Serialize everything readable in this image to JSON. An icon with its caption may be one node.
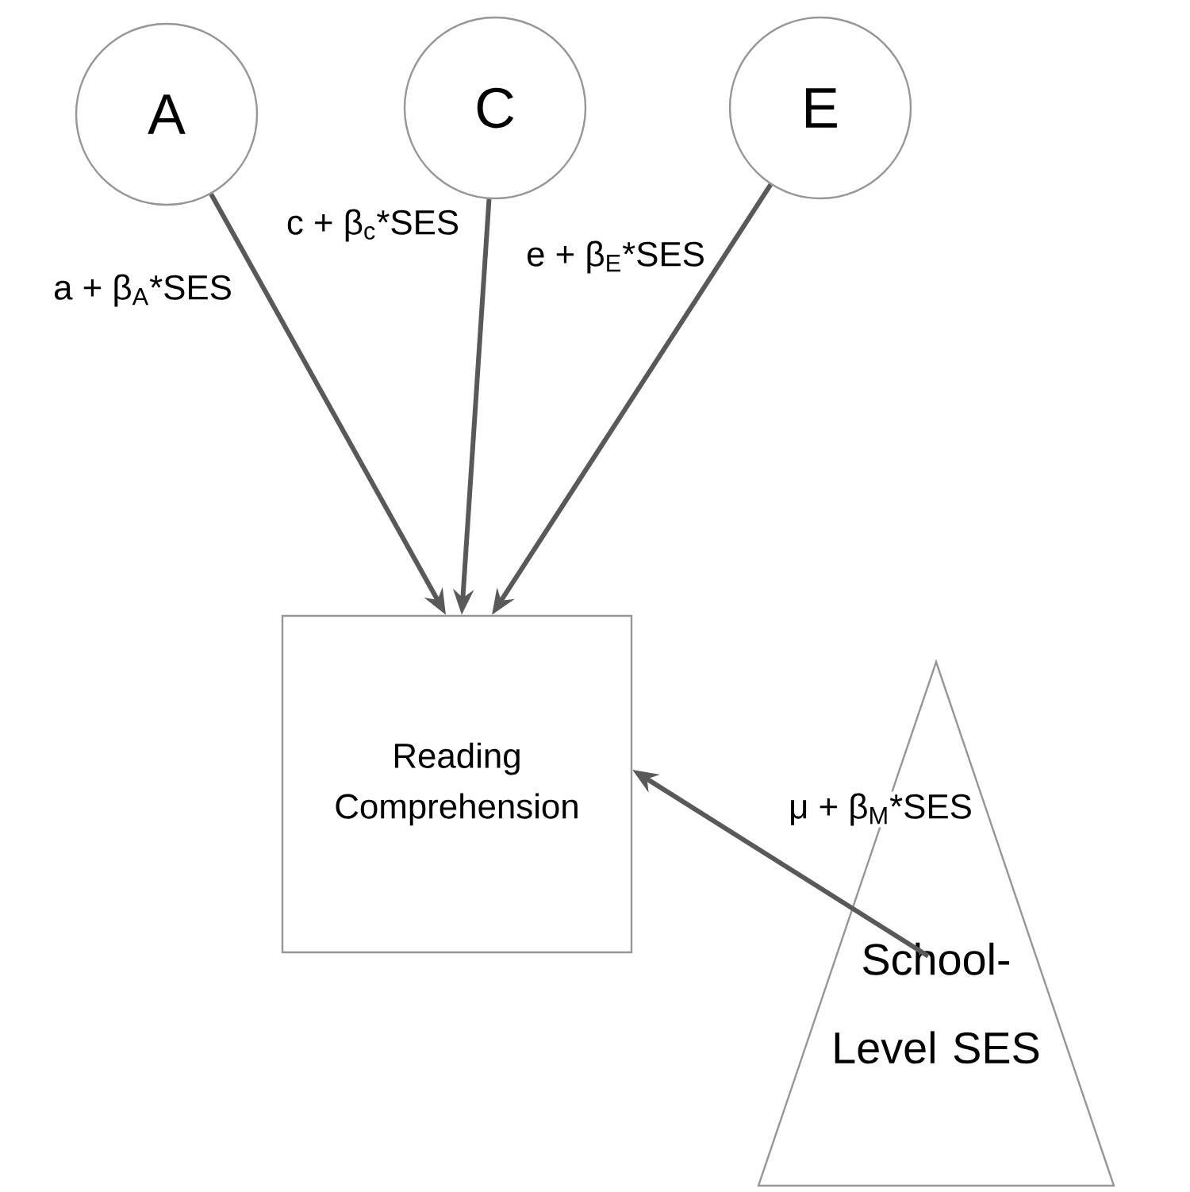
{
  "diagram": {
    "nodes": [
      {
        "text": [
          "A"
        ]
      },
      {
        "text": [
          "C"
        ]
      },
      {
        "text": [
          "E"
        ]
      },
      {
        "text": [
          "Reading Comprehension"
        ]
      },
      {
        "text": [
          "School- Level SES"
        ]
      }
    ],
    "edges": [
      {
        "from": 0,
        "to": 3,
        "arrow": "to",
        "label": "a + β$_{A}$*SES"
      },
      {
        "from": 1,
        "to": 3,
        "arrow": "to",
        "label": "c + β$_{c}$*SES"
      },
      {
        "from": 2,
        "to": 3,
        "arrow": "to",
        "label": "e + β$_{E}$*SES"
      },
      {
        "from": 4,
        "to": 3,
        "arrow": "to",
        "label": "μ + β$_{M}$*SES"
      }
    ]
  }
}
